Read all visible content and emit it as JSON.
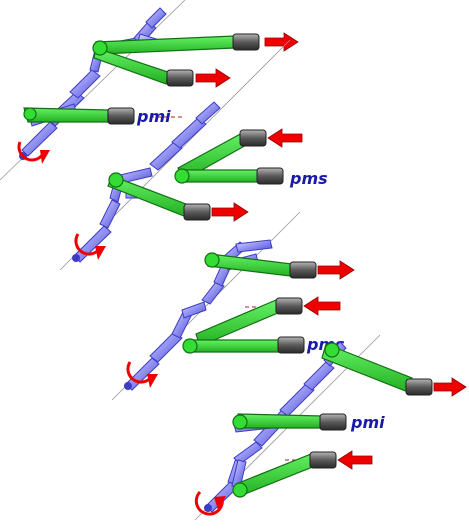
{
  "labels": {
    "stage1": "pmi",
    "stage2": "pms",
    "stage3": "pms",
    "stage4": "pmi"
  },
  "colors": {
    "crank": "#8f8ff0",
    "crank_dark": "#3c3cc8",
    "rod": "#33dd33",
    "rod_dark": "#137013",
    "piston": "#6f6f6f",
    "arrow": "#ee0000",
    "label": "#1a1aa8",
    "dashed": "#aa2222",
    "axis": "#999999"
  },
  "icons": [
    "rotation-arrow-icon",
    "force-arrow-icon"
  ]
}
